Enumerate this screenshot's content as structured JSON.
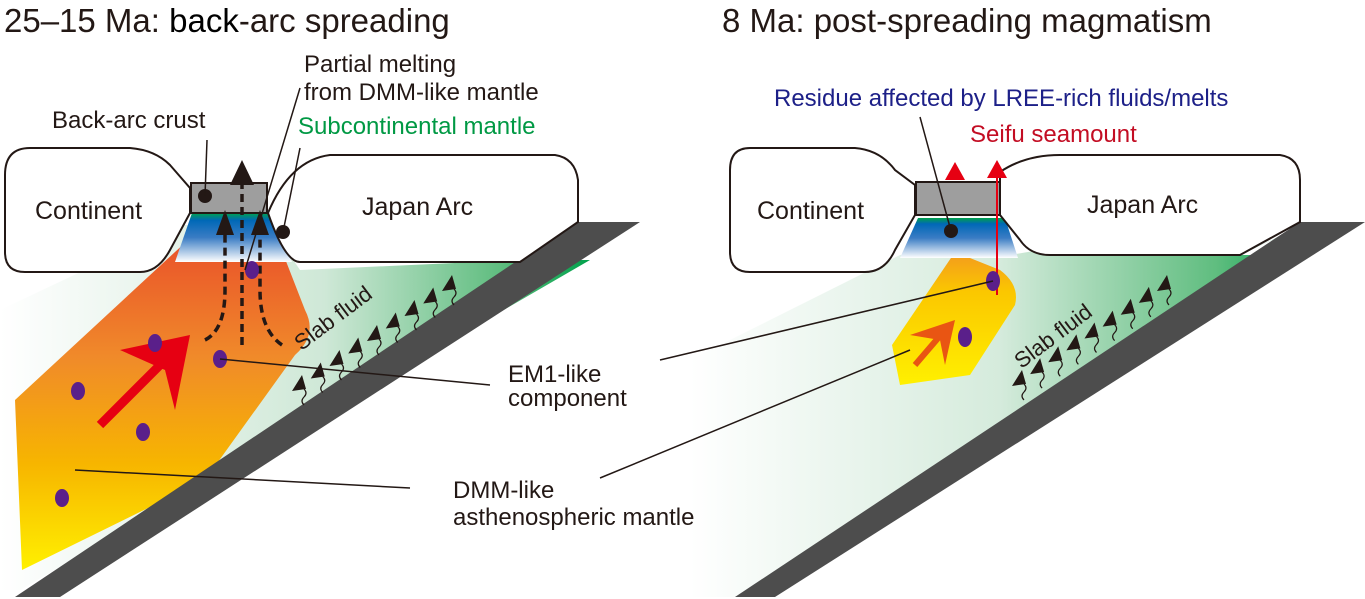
{
  "panels": [
    {
      "title_prefix": "25–15 Ma: ",
      "title_emph": "back",
      "title_suffix": "-arc spreading",
      "labels": {
        "continent": "Continent",
        "japan_arc": "Japan Arc",
        "back_arc_crust": "Back-arc crust",
        "partial_melting_1": "Partial melting",
        "partial_melting_2": "from DMM-like mantle",
        "subcontinental_mantle": "Subcontinental mantle",
        "slab_fluid": "Slab fluid"
      }
    },
    {
      "title": "8 Ma: post-spreading magmatism",
      "labels": {
        "continent": "Continent",
        "japan_arc": "Japan Arc",
        "residue": "Residue affected by LREE-rich fluids/melts",
        "seifu_1": "Seifu",
        "seifu_2": "seamount",
        "slab_fluid": "Slab fluid"
      }
    }
  ],
  "shared_labels": {
    "em1_1": "EM1-like",
    "em1_2": "component",
    "dmm_1": "DMM-like",
    "dmm_2": "asthenospheric mantle"
  },
  "colors": {
    "slab": "#4d4d4d",
    "crust": "#9e9e9e",
    "mantle_green": "#00a14b",
    "dmm_orange": "#ea5a26",
    "dmm_yellow": "#ffd400",
    "em1_purple": "#5a1f8a",
    "arrow_red": "#e60012",
    "subcont_blue": "#0068b7"
  }
}
